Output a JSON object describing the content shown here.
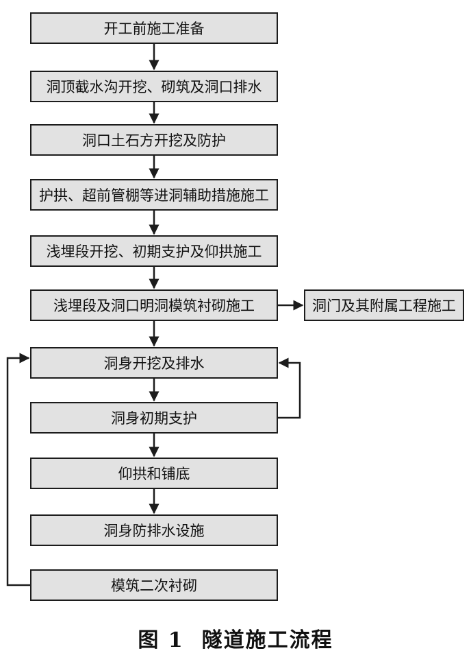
{
  "steps": [
    "开工前施工准备",
    "洞顶截水沟开挖、砌筑及洞口排水",
    "洞口土石方开挖及防护",
    "护拱、超前管棚等进洞辅助措施施工",
    "浅埋段开挖、初期支护及仰拱施工",
    "浅埋段及洞口明洞模筑衬砌施工",
    "洞身开挖及排水",
    "洞身初期支护",
    "仰拱和铺底",
    "洞身防排水设施",
    "模筑二次衬砌"
  ],
  "side_step": "洞门及其附属工程施工",
  "caption": {
    "figure_no": "图 1",
    "title": "隧道施工流程"
  }
}
